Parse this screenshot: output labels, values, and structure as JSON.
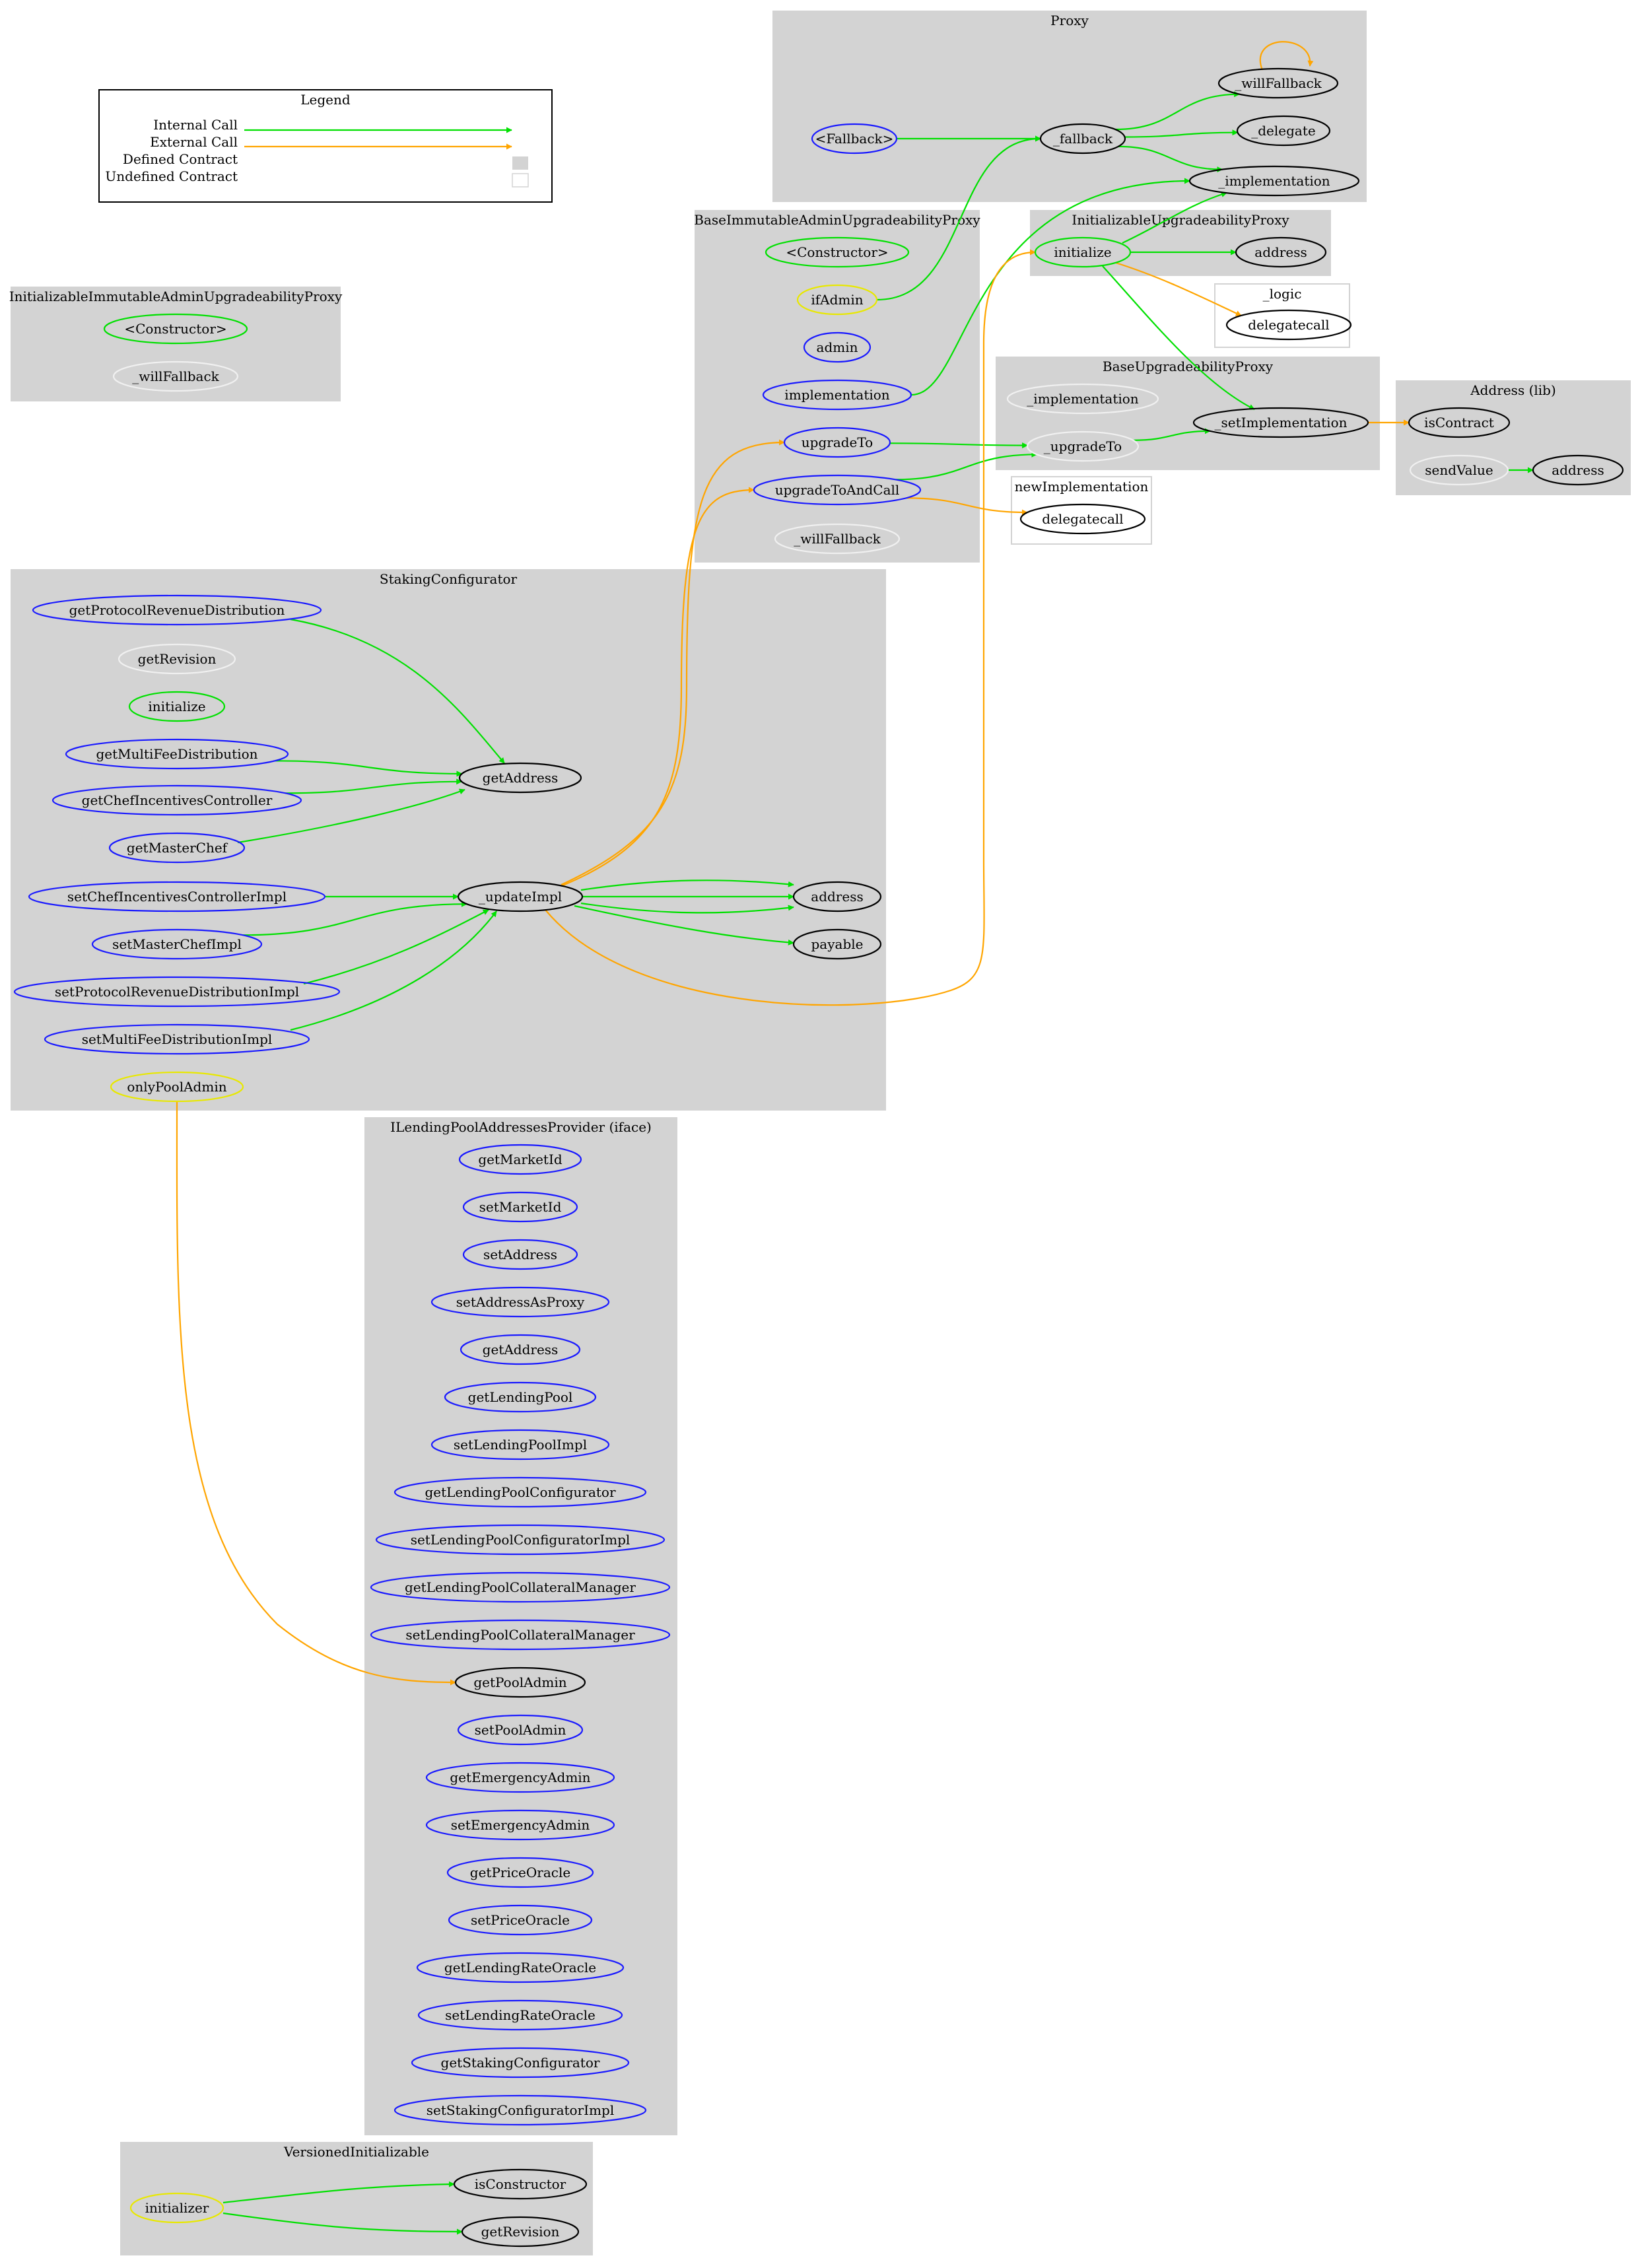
{
  "colors": {
    "internal": "#00e000",
    "external": "#ffa500",
    "defined": "#d3d3d3",
    "public": "#1a1aff",
    "constructor": "#00e000",
    "modifier": "#e8e800",
    "private": "#f0f0f0",
    "external_node": "#000000"
  },
  "legend": {
    "title": "Legend",
    "internal_call": "Internal Call",
    "external_call": "External Call",
    "defined_contract": "Defined Contract",
    "undefined_contract": "Undefined Contract"
  },
  "clusters": [
    {
      "id": "proxy",
      "title": "Proxy"
    },
    {
      "id": "base-immutable",
      "title": "BaseImmutableAdminUpgradeabilityProxy"
    },
    {
      "id": "init-upgradeability",
      "title": "InitializableUpgradeabilityProxy"
    },
    {
      "id": "logic",
      "title": "_logic"
    },
    {
      "id": "base-upgradeability",
      "title": "BaseUpgradeabilityProxy"
    },
    {
      "id": "address-lib",
      "title": "Address  (lib)"
    },
    {
      "id": "new-implementation",
      "title": "newImplementation"
    },
    {
      "id": "init-immutable",
      "title": "InitializableImmutableAdminUpgradeabilityProxy"
    },
    {
      "id": "staking",
      "title": "StakingConfigurator"
    },
    {
      "id": "ilending",
      "title": "ILendingPoolAddressesProvider  (iface)"
    },
    {
      "id": "versioned",
      "title": "VersionedInitializable"
    }
  ],
  "nodes": [
    {
      "id": "proxy-fallback-ctor",
      "label": "<Fallback>",
      "kind": "public"
    },
    {
      "id": "proxy-fallback",
      "label": "_fallback",
      "kind": "external"
    },
    {
      "id": "proxy-willfallback",
      "label": "_willFallback",
      "kind": "external"
    },
    {
      "id": "proxy-delegate",
      "label": "_delegate",
      "kind": "external"
    },
    {
      "id": "proxy-implementation",
      "label": "_implementation",
      "kind": "external"
    },
    {
      "id": "bia-constructor",
      "label": "<Constructor>",
      "kind": "constructor"
    },
    {
      "id": "bia-ifadmin",
      "label": "ifAdmin",
      "kind": "modifier"
    },
    {
      "id": "bia-admin",
      "label": "admin",
      "kind": "public"
    },
    {
      "id": "bia-implementation",
      "label": "implementation",
      "kind": "public"
    },
    {
      "id": "bia-upgradeto",
      "label": "upgradeTo",
      "kind": "public"
    },
    {
      "id": "bia-upgradetoandcall",
      "label": "upgradeToAndCall",
      "kind": "public"
    },
    {
      "id": "bia-willfallback",
      "label": "_willFallback",
      "kind": "private"
    },
    {
      "id": "iup-initialize",
      "label": "initialize",
      "kind": "constructor"
    },
    {
      "id": "iup-address",
      "label": "address",
      "kind": "external"
    },
    {
      "id": "logic-delegatecall",
      "label": "delegatecall",
      "kind": "external"
    },
    {
      "id": "bup-implementation",
      "label": "_implementation",
      "kind": "private"
    },
    {
      "id": "bup-upgradeto",
      "label": "_upgradeTo",
      "kind": "private"
    },
    {
      "id": "bup-setimplementation",
      "label": "_setImplementation",
      "kind": "external"
    },
    {
      "id": "addr-iscontract",
      "label": "isContract",
      "kind": "external"
    },
    {
      "id": "addr-sendvalue",
      "label": "sendValue",
      "kind": "private"
    },
    {
      "id": "addr-address",
      "label": "address",
      "kind": "external"
    },
    {
      "id": "newimpl-delegatecall",
      "label": "delegatecall",
      "kind": "external"
    },
    {
      "id": "iia-constructor",
      "label": "<Constructor>",
      "kind": "constructor"
    },
    {
      "id": "iia-willfallback",
      "label": "_willFallback",
      "kind": "private"
    },
    {
      "id": "sc-getprotocolrevenuedistribution",
      "label": "getProtocolRevenueDistribution",
      "kind": "public"
    },
    {
      "id": "sc-getrevision",
      "label": "getRevision",
      "kind": "private"
    },
    {
      "id": "sc-initialize",
      "label": "initialize",
      "kind": "constructor"
    },
    {
      "id": "sc-getmultifeedistribution",
      "label": "getMultiFeeDistribution",
      "kind": "public"
    },
    {
      "id": "sc-getchefincentivescontroller",
      "label": "getChefIncentivesController",
      "kind": "public"
    },
    {
      "id": "sc-getmasterchef",
      "label": "getMasterChef",
      "kind": "public"
    },
    {
      "id": "sc-setchefincentivescontrollerimpl",
      "label": "setChefIncentivesControllerImpl",
      "kind": "public"
    },
    {
      "id": "sc-setmasterchefimpl",
      "label": "setMasterChefImpl",
      "kind": "public"
    },
    {
      "id": "sc-setprotocolrevenuedistributionimpl",
      "label": "setProtocolRevenueDistributionImpl",
      "kind": "public"
    },
    {
      "id": "sc-setmultifeedistributionimpl",
      "label": "setMultiFeeDistributionImpl",
      "kind": "public"
    },
    {
      "id": "sc-onlypooladmin",
      "label": "onlyPoolAdmin",
      "kind": "modifier"
    },
    {
      "id": "sc-getaddress",
      "label": "getAddress",
      "kind": "external"
    },
    {
      "id": "sc-updateimpl",
      "label": "_updateImpl",
      "kind": "external"
    },
    {
      "id": "sc-address",
      "label": "address",
      "kind": "external"
    },
    {
      "id": "sc-payable",
      "label": "payable",
      "kind": "external"
    },
    {
      "id": "il-getmarketid",
      "label": "getMarketId",
      "kind": "public"
    },
    {
      "id": "il-setmarketid",
      "label": "setMarketId",
      "kind": "public"
    },
    {
      "id": "il-setaddress",
      "label": "setAddress",
      "kind": "public"
    },
    {
      "id": "il-setaddressasproxy",
      "label": "setAddressAsProxy",
      "kind": "public"
    },
    {
      "id": "il-getaddress",
      "label": "getAddress",
      "kind": "public"
    },
    {
      "id": "il-getlendingpool",
      "label": "getLendingPool",
      "kind": "public"
    },
    {
      "id": "il-setlendingpoolimpl",
      "label": "setLendingPoolImpl",
      "kind": "public"
    },
    {
      "id": "il-getlendingpoolconfigurator",
      "label": "getLendingPoolConfigurator",
      "kind": "public"
    },
    {
      "id": "il-setlendingpoolconfiguratorimpl",
      "label": "setLendingPoolConfiguratorImpl",
      "kind": "public"
    },
    {
      "id": "il-getlendingpoolcollateralmanager",
      "label": "getLendingPoolCollateralManager",
      "kind": "public"
    },
    {
      "id": "il-setlendingpoolcollateralmanager",
      "label": "setLendingPoolCollateralManager",
      "kind": "public"
    },
    {
      "id": "il-getpooladmin",
      "label": "getPoolAdmin",
      "kind": "external"
    },
    {
      "id": "il-setpooladmin",
      "label": "setPoolAdmin",
      "kind": "public"
    },
    {
      "id": "il-getemergencyadmin",
      "label": "getEmergencyAdmin",
      "kind": "public"
    },
    {
      "id": "il-setemergencyadmin",
      "label": "setEmergencyAdmin",
      "kind": "public"
    },
    {
      "id": "il-getpriceoracle",
      "label": "getPriceOracle",
      "kind": "public"
    },
    {
      "id": "il-setpriceoracle",
      "label": "setPriceOracle",
      "kind": "public"
    },
    {
      "id": "il-getlendingrateoracle",
      "label": "getLendingRateOracle",
      "kind": "public"
    },
    {
      "id": "il-setlendingrateoracle",
      "label": "setLendingRateOracle",
      "kind": "public"
    },
    {
      "id": "il-getstakingconfigurator",
      "label": "getStakingConfigurator",
      "kind": "public"
    },
    {
      "id": "il-setstakingconfiguratorimpl",
      "label": "setStakingConfiguratorImpl",
      "kind": "public"
    },
    {
      "id": "vi-initializer",
      "label": "initializer",
      "kind": "modifier"
    },
    {
      "id": "vi-isconstructor",
      "label": "isConstructor",
      "kind": "external"
    },
    {
      "id": "vi-getrevision",
      "label": "getRevision",
      "kind": "external"
    }
  ],
  "edges": [
    {
      "from": "proxy-fallback-ctor",
      "to": "proxy-fallback",
      "type": "internal"
    },
    {
      "from": "proxy-fallback",
      "to": "proxy-willfallback",
      "type": "internal"
    },
    {
      "from": "proxy-fallback",
      "to": "proxy-delegate",
      "type": "internal"
    },
    {
      "from": "proxy-fallback",
      "to": "proxy-implementation",
      "type": "internal"
    },
    {
      "from": "proxy-willfallback",
      "to": "proxy-willfallback",
      "type": "external"
    },
    {
      "from": "bia-ifadmin",
      "to": "proxy-fallback",
      "type": "internal"
    },
    {
      "from": "bia-implementation",
      "to": "proxy-implementation",
      "type": "internal"
    },
    {
      "from": "bia-upgradeto",
      "to": "bup-upgradeto",
      "type": "internal"
    },
    {
      "from": "bia-upgradetoandcall",
      "to": "bup-upgradeto",
      "type": "internal"
    },
    {
      "from": "bia-upgradetoandcall",
      "to": "newimpl-delegatecall",
      "type": "external"
    },
    {
      "from": "iup-initialize",
      "to": "proxy-implementation",
      "type": "internal"
    },
    {
      "from": "iup-initialize",
      "to": "iup-address",
      "type": "internal"
    },
    {
      "from": "iup-initialize",
      "to": "logic-delegatecall",
      "type": "external"
    },
    {
      "from": "iup-initialize",
      "to": "bup-setimplementation",
      "type": "internal"
    },
    {
      "from": "bup-upgradeto",
      "to": "bup-setimplementation",
      "type": "internal"
    },
    {
      "from": "bup-setimplementation",
      "to": "addr-iscontract",
      "type": "external"
    },
    {
      "from": "addr-sendvalue",
      "to": "addr-address",
      "type": "internal"
    },
    {
      "from": "sc-getprotocolrevenuedistribution",
      "to": "sc-getaddress",
      "type": "internal"
    },
    {
      "from": "sc-getmultifeedistribution",
      "to": "sc-getaddress",
      "type": "internal"
    },
    {
      "from": "sc-getchefincentivescontroller",
      "to": "sc-getaddress",
      "type": "internal"
    },
    {
      "from": "sc-getmasterchef",
      "to": "sc-getaddress",
      "type": "internal"
    },
    {
      "from": "sc-setchefincentivescontrollerimpl",
      "to": "sc-updateimpl",
      "type": "internal"
    },
    {
      "from": "sc-setmasterchefimpl",
      "to": "sc-updateimpl",
      "type": "internal"
    },
    {
      "from": "sc-setprotocolrevenuedistributionimpl",
      "to": "sc-updateimpl",
      "type": "internal"
    },
    {
      "from": "sc-setmultifeedistributionimpl",
      "to": "sc-updateimpl",
      "type": "internal"
    },
    {
      "from": "sc-updateimpl",
      "to": "sc-address",
      "type": "internal"
    },
    {
      "from": "sc-updateimpl",
      "to": "sc-address",
      "type": "internal"
    },
    {
      "from": "sc-updateimpl",
      "to": "sc-address",
      "type": "internal"
    },
    {
      "from": "sc-updateimpl",
      "to": "sc-payable",
      "type": "internal"
    },
    {
      "from": "sc-updateimpl",
      "to": "bia-upgradeto",
      "type": "external"
    },
    {
      "from": "sc-updateimpl",
      "to": "bia-upgradetoandcall",
      "type": "external"
    },
    {
      "from": "sc-updateimpl",
      "to": "iup-initialize",
      "type": "external"
    },
    {
      "from": "sc-onlypooladmin",
      "to": "il-getpooladmin",
      "type": "external"
    },
    {
      "from": "vi-initializer",
      "to": "vi-isconstructor",
      "type": "internal"
    },
    {
      "from": "vi-initializer",
      "to": "vi-getrevision",
      "type": "internal"
    }
  ]
}
